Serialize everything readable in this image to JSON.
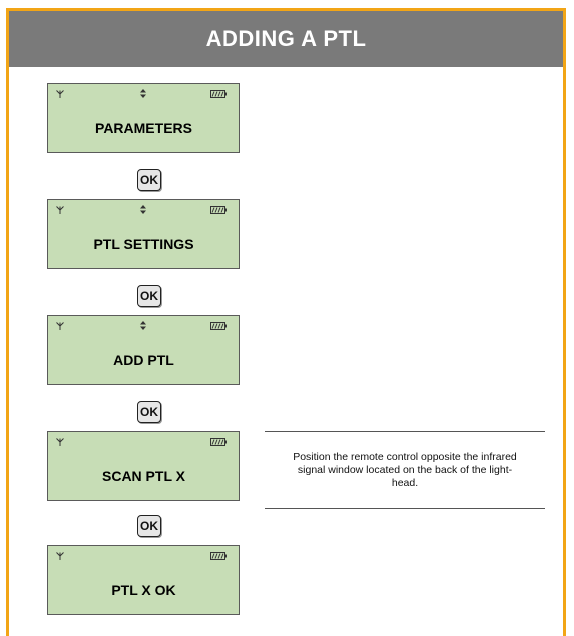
{
  "page": {
    "title": "ADDING A PTL",
    "accent_color": "#f2a516",
    "header_color": "#7a7a7a",
    "lcd_color": "#c7ddb6"
  },
  "steps": [
    {
      "screen_label": "PARAMETERS",
      "icons": [
        "antenna-icon",
        "up-down-arrows-icon",
        "battery-icon"
      ]
    },
    {
      "button_label": "OK"
    },
    {
      "screen_label": "PTL SETTINGS",
      "icons": [
        "antenna-icon",
        "up-down-arrows-icon",
        "battery-icon"
      ]
    },
    {
      "button_label": "OK"
    },
    {
      "screen_label": "ADD PTL",
      "icons": [
        "antenna-icon",
        "up-down-arrows-icon",
        "battery-icon"
      ]
    },
    {
      "button_label": "OK"
    },
    {
      "screen_label": "SCAN PTL X",
      "icons": [
        "antenna-icon",
        "battery-icon"
      ]
    },
    {
      "button_label": "OK"
    },
    {
      "screen_label": "PTL X OK",
      "icons": [
        "antenna-icon",
        "battery-icon"
      ]
    }
  ],
  "note": {
    "text": "Position the remote control opposite the infrared signal window located on the back of the light-head."
  }
}
